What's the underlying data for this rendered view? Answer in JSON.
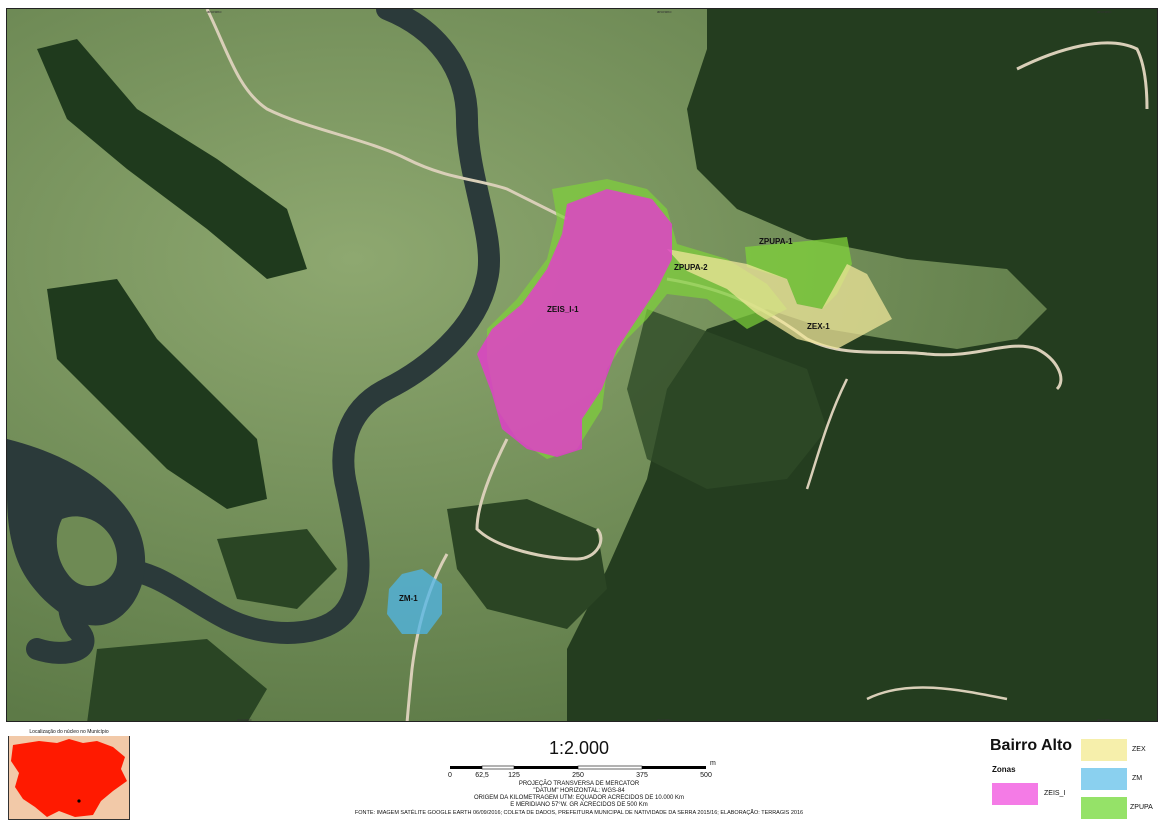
{
  "map": {
    "frame_coord_label": "ancrano",
    "zones": {
      "zeis": "ZEIS_I-1",
      "zpupa1": "ZPUPA-1",
      "zpupa2": "ZPUPA-2",
      "zex": "ZEX-1",
      "zm": "ZM-1"
    },
    "colors": {
      "zeis": "#e63ad0",
      "zex": "#efe59a",
      "zm": "#4fb6e8",
      "zpupa": "#7fd23a",
      "forest": "#20391c",
      "pasture": "#6e8a54",
      "river": "#2b3a3a",
      "road": "#d9cfb8"
    }
  },
  "inset": {
    "title": "Localização do núcleo no Município",
    "fill": "#ff1a00"
  },
  "scale": {
    "ratio": "1:2.000",
    "ticks": [
      "0",
      "62,5",
      "125",
      "250",
      "375",
      "500"
    ],
    "unit": "m",
    "projection_lines": [
      "PROJEÇÃO TRANSVERSA DE MERCATOR",
      "\"DATUM\" HORIZONTAL: WGS-84",
      "ORIGEM DA KILOMETRAGEM UTM: EQUADOR ACRECIDOS DE 10.000 Km",
      "E MERIDIANO 57°W. GR ACRECIDOS DE 500 Km",
      "FONTE: IMAGEM SATÉLITE GOOGLE EARTH 06/09/2016; COLETA DE DADOS, PREFEITURA MUNICIPAL DE NATIVIDADE DA SERRA 2015/16; ELABORAÇÃO: TERRAGIS 2016"
    ]
  },
  "legend": {
    "title": "Bairro Alto",
    "subtitle": "Zonas",
    "items": [
      {
        "label": "ZEIS_I",
        "color": "#f47be6"
      },
      {
        "label": "ZEX",
        "color": "#f6efab"
      },
      {
        "label": "ZM",
        "color": "#8ad0ef"
      },
      {
        "label": "ZPUPA",
        "color": "#95e268"
      }
    ]
  }
}
